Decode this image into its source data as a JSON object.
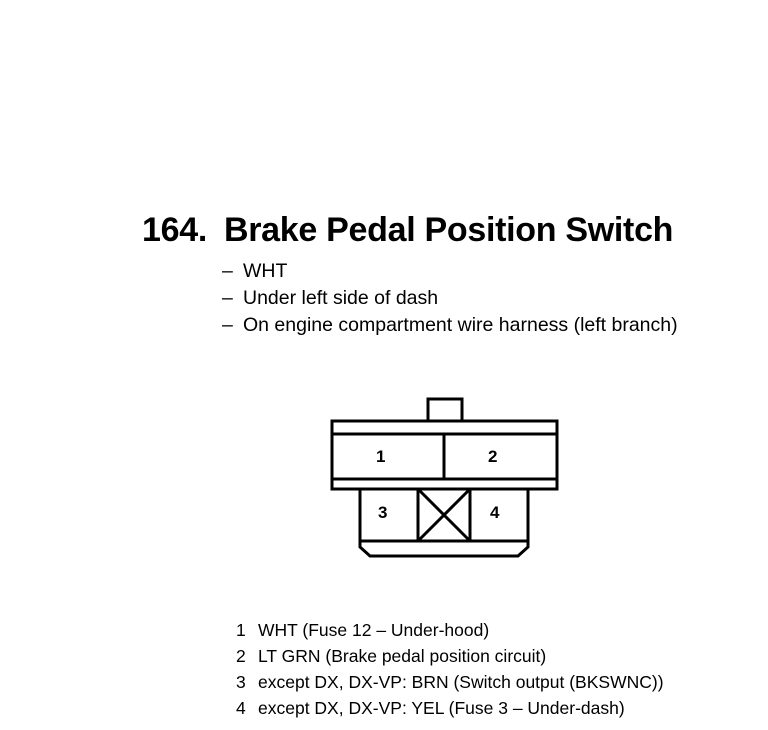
{
  "header": {
    "number": "164.",
    "title": "Brake Pedal Position Switch"
  },
  "notes": [
    {
      "dash": "–",
      "text": "WHT"
    },
    {
      "dash": "–",
      "text": "Under left side of dash"
    },
    {
      "dash": "–",
      "text": "On engine compartment wire harness (left branch)"
    }
  ],
  "connector": {
    "cavities": [
      "1",
      "2",
      "3",
      "4"
    ]
  },
  "pins": [
    {
      "num": "1",
      "desc": "WHT (Fuse 12 – Under-hood)"
    },
    {
      "num": "2",
      "desc": "LT GRN (Brake pedal position circuit)"
    },
    {
      "num": "3",
      "desc": "except DX, DX-VP: BRN (Switch output (BKSWNC))"
    },
    {
      "num": "4",
      "desc": "except DX, DX-VP: YEL (Fuse 3 – Under-dash)"
    }
  ]
}
